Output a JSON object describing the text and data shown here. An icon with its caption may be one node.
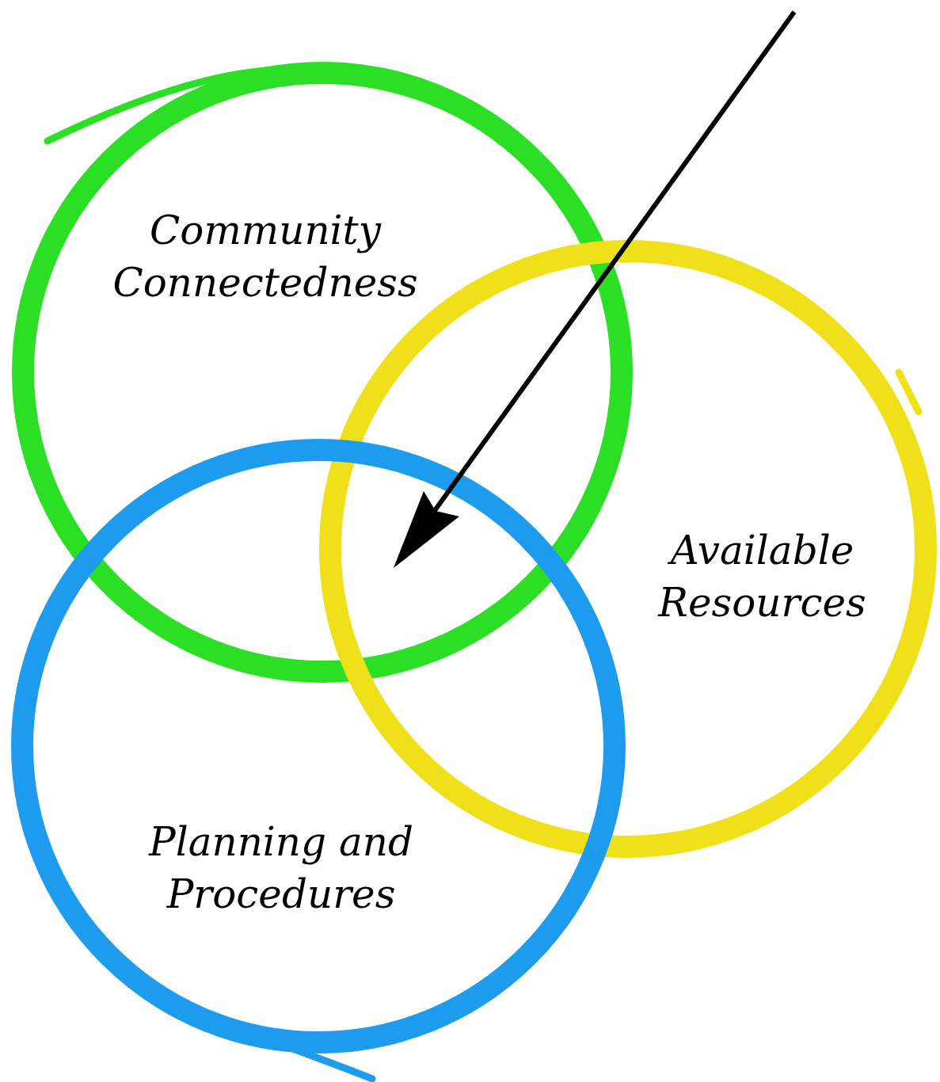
{
  "diagram": {
    "nodes": [
      {
        "text": [
          "Community Connectedness"
        ]
      },
      {
        "text": [
          "Available Resources"
        ]
      },
      {
        "text": [
          "Planning and Procedures"
        ]
      }
    ]
  }
}
